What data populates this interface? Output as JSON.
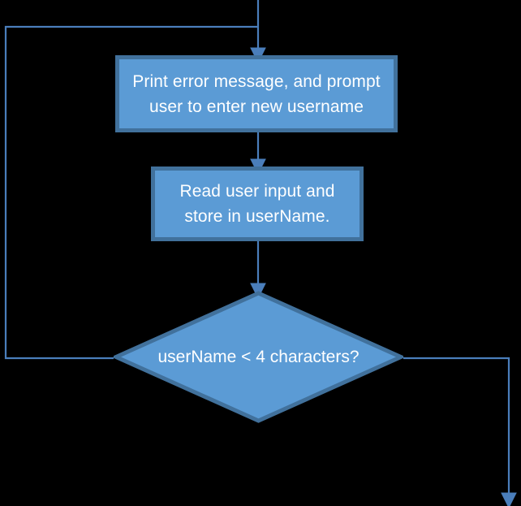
{
  "diagram": {
    "type": "flowchart",
    "background_color": "#000000",
    "shape_fill_color": "#5B9BD5",
    "shape_border_color": "#41719C",
    "connector_color": "#4A7EBB",
    "text_color": "#FFFFFF",
    "nodes": [
      {
        "id": "print-error",
        "shape": "process",
        "text": "Print error message, and prompt user to enter new username"
      },
      {
        "id": "read-input",
        "shape": "process",
        "text": "Read user input and store in userName."
      },
      {
        "id": "username-check",
        "shape": "decision",
        "text": "userName < 4 characters?"
      }
    ],
    "connectors": [
      {
        "id": "entry-to-print",
        "from": "top-edge",
        "to": "print-error"
      },
      {
        "id": "loopback-to-print",
        "from": "left-loop",
        "to": "print-error"
      },
      {
        "id": "print-to-read",
        "from": "print-error",
        "to": "read-input"
      },
      {
        "id": "read-to-decision",
        "from": "read-input",
        "to": "username-check"
      },
      {
        "id": "decision-left-loopback",
        "from": "username-check",
        "to": "left-loop"
      },
      {
        "id": "decision-right-exit",
        "from": "username-check",
        "to": "bottom-edge"
      }
    ]
  }
}
